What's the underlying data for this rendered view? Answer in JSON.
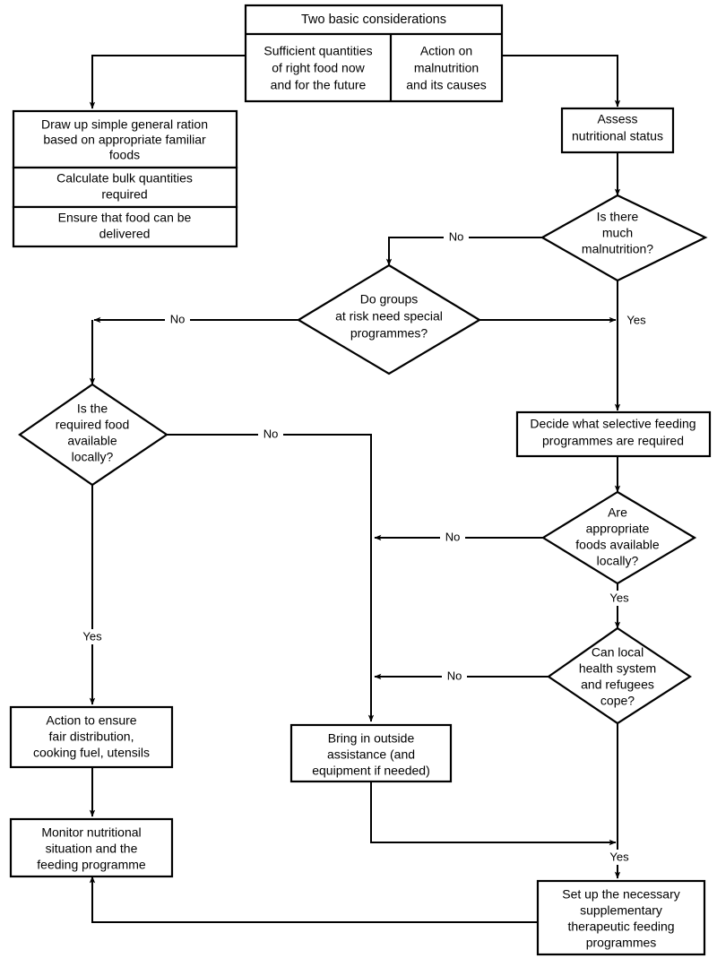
{
  "diagram": {
    "title": "Nutrition and food emergency response flowchart",
    "colors": {
      "stroke": "#000000",
      "fill": "#ffffff",
      "text": "#000000"
    },
    "header": {
      "title": "Two basic considerations",
      "left_branch": "Sufficient quantities of right food now and for the future",
      "left_branch_lines": [
        "Sufficient quantities",
        "of right food now",
        "and for the future"
      ],
      "right_branch": "Action on malnutrition and its causes",
      "right_branch_lines": [
        "Action on",
        "malnutrition",
        "and its causes"
      ]
    },
    "nodes": [
      {
        "id": "draw-up-ration",
        "type": "process",
        "text": "Draw up simple general ration based on appropriate familiar foods",
        "lines": [
          "Draw up simple general ration",
          "based on appropriate familiar",
          "foods"
        ]
      },
      {
        "id": "calculate-bulk",
        "type": "process",
        "text": "Calculate bulk quantities required",
        "lines": [
          "Calculate bulk quantities",
          "required"
        ]
      },
      {
        "id": "ensure-delivery",
        "type": "process",
        "text": "Ensure that food can be delivered",
        "lines": [
          "Ensure that food can be",
          "delivered"
        ]
      },
      {
        "id": "assess-status",
        "type": "process",
        "text": "Assess nutritional status",
        "lines": [
          "Assess",
          "nutritional status"
        ]
      },
      {
        "id": "much-malnutrition",
        "type": "decision",
        "text": "Is there much malnutrition?",
        "lines": [
          "Is there",
          "much",
          "malnutrition?"
        ]
      },
      {
        "id": "groups-at-risk",
        "type": "decision",
        "text": "Do groups at risk need special programmes?",
        "lines": [
          "Do groups",
          "at risk need special",
          "programmes?"
        ]
      },
      {
        "id": "food-available-locally",
        "type": "decision",
        "text": "Is the required food available locally?",
        "lines": [
          "Is the",
          "required food",
          "available",
          "locally?"
        ]
      },
      {
        "id": "decide-selective-feeding",
        "type": "process",
        "text": "Decide what selective feeding programmes are required",
        "lines": [
          "Decide what selective feeding",
          "programmes are required"
        ]
      },
      {
        "id": "appropriate-foods-available",
        "type": "decision",
        "text": "Are appropriate foods available locally?",
        "lines": [
          "Are",
          "appropriate",
          "foods available",
          "locally?"
        ]
      },
      {
        "id": "health-system-cope",
        "type": "decision",
        "text": "Can local health system and refugees cope?",
        "lines": [
          "Can local",
          "health system",
          "and refugees",
          "cope?"
        ]
      },
      {
        "id": "action-fair-distribution",
        "type": "process",
        "text": "Action to ensure fair distribution, cooking fuel, utensils",
        "lines": [
          "Action to ensure",
          "fair distribution,",
          "cooking fuel, utensils"
        ]
      },
      {
        "id": "bring-outside-assistance",
        "type": "process",
        "text": "Bring in outside assistance (and equipment if needed)",
        "lines": [
          "Bring in outside",
          "assistance (and",
          "equipment if needed)"
        ]
      },
      {
        "id": "monitor-nutritional",
        "type": "process",
        "text": "Monitor nutritional situation and the feeding programme",
        "lines": [
          "Monitor nutritional",
          "situation and the",
          "feeding programme"
        ]
      },
      {
        "id": "set-up-supplementary",
        "type": "process",
        "text": "Set up the necessary supplementary therapeutic feeding programmes",
        "lines": [
          "Set up the necessary",
          "supplementary",
          "therapeutic feeding",
          "programmes"
        ]
      }
    ],
    "edge_labels": {
      "malnutrition_no": "No",
      "malnutrition_yes": "Yes",
      "groups_no_left": "No",
      "food_local_no": "No",
      "food_local_yes": "Yes",
      "appropriate_foods_no": "No",
      "appropriate_foods_yes": "Yes",
      "health_cope_no": "No",
      "health_cope_yes": "Yes"
    }
  }
}
